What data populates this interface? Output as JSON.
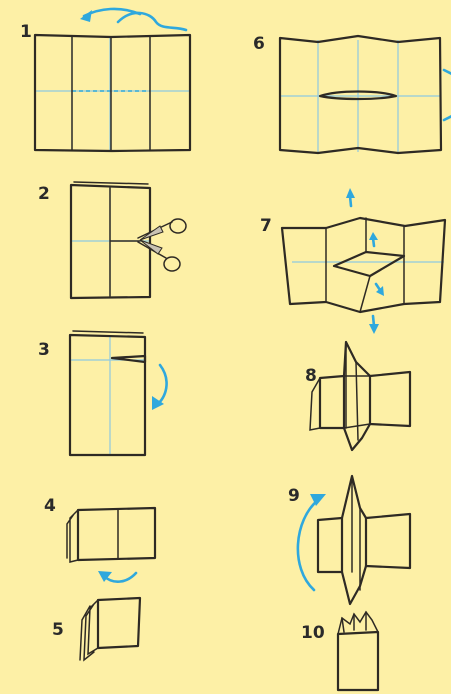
{
  "steps": [
    {
      "label": "1"
    },
    {
      "label": "2"
    },
    {
      "label": "3"
    },
    {
      "label": "4"
    },
    {
      "label": "5"
    },
    {
      "label": "6"
    },
    {
      "label": "7"
    },
    {
      "label": "8"
    },
    {
      "label": "9"
    },
    {
      "label": "10"
    }
  ],
  "colors": {
    "background": "#fdf0a6",
    "ink": "#2e2a24",
    "arrow": "#2fa8dd",
    "fold_line": "#8fc9e0"
  },
  "icons": {
    "cut_tool": "scissors-icon",
    "direction": "arrow-icon"
  }
}
